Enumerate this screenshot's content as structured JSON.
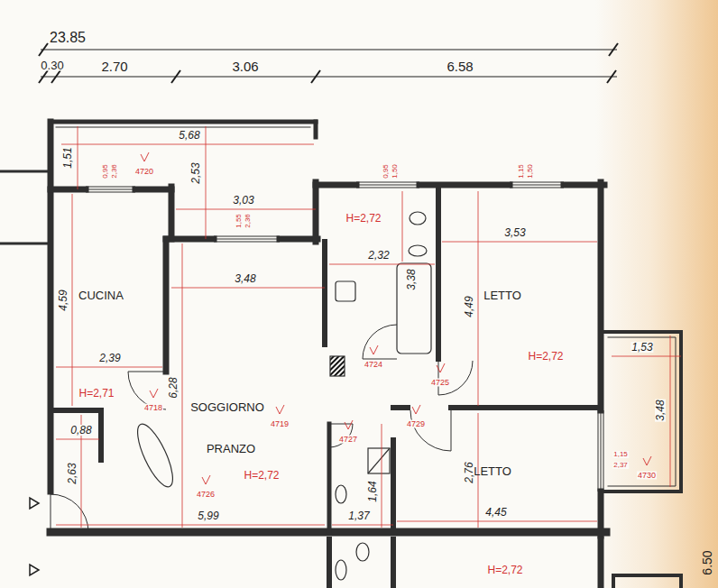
{
  "diagram": {
    "nodes": [
      {
        "text": [
          "CUCINA",
          "H=2,71"
        ]
      },
      {
        "text": [
          "SOGGIORNO",
          "PRANZO",
          "H=2,72"
        ]
      },
      {
        "text": [
          "H=2,72"
        ]
      },
      {
        "text": [
          "LETTO",
          "H=2,72"
        ]
      },
      {
        "text": [
          "LETTO"
        ]
      },
      {
        "text": [
          "H=2,72"
        ]
      }
    ],
    "labels": [
      "23.85",
      "0.30",
      "2.70",
      "3.06",
      "6.58",
      "5,68",
      "1,51",
      "0,95",
      "2,36",
      "4720",
      "2,53",
      "3,03",
      "1,55",
      "2,36",
      "3,48",
      "0,95",
      "1,50",
      "1,15",
      "1,50",
      "2,32",
      "3,38",
      "3,53",
      "4,49",
      "1,53",
      "3,48",
      "4,59",
      "2,39",
      "4718",
      "6,28",
      "4719",
      "4724",
      "4725",
      "4726",
      "0,88",
      "2,63",
      "4727",
      "4729",
      "1,64",
      "1,37",
      "2,76",
      "4,45",
      "1,15",
      "2,37",
      "4730",
      "5,99",
      "6.50"
    ]
  }
}
